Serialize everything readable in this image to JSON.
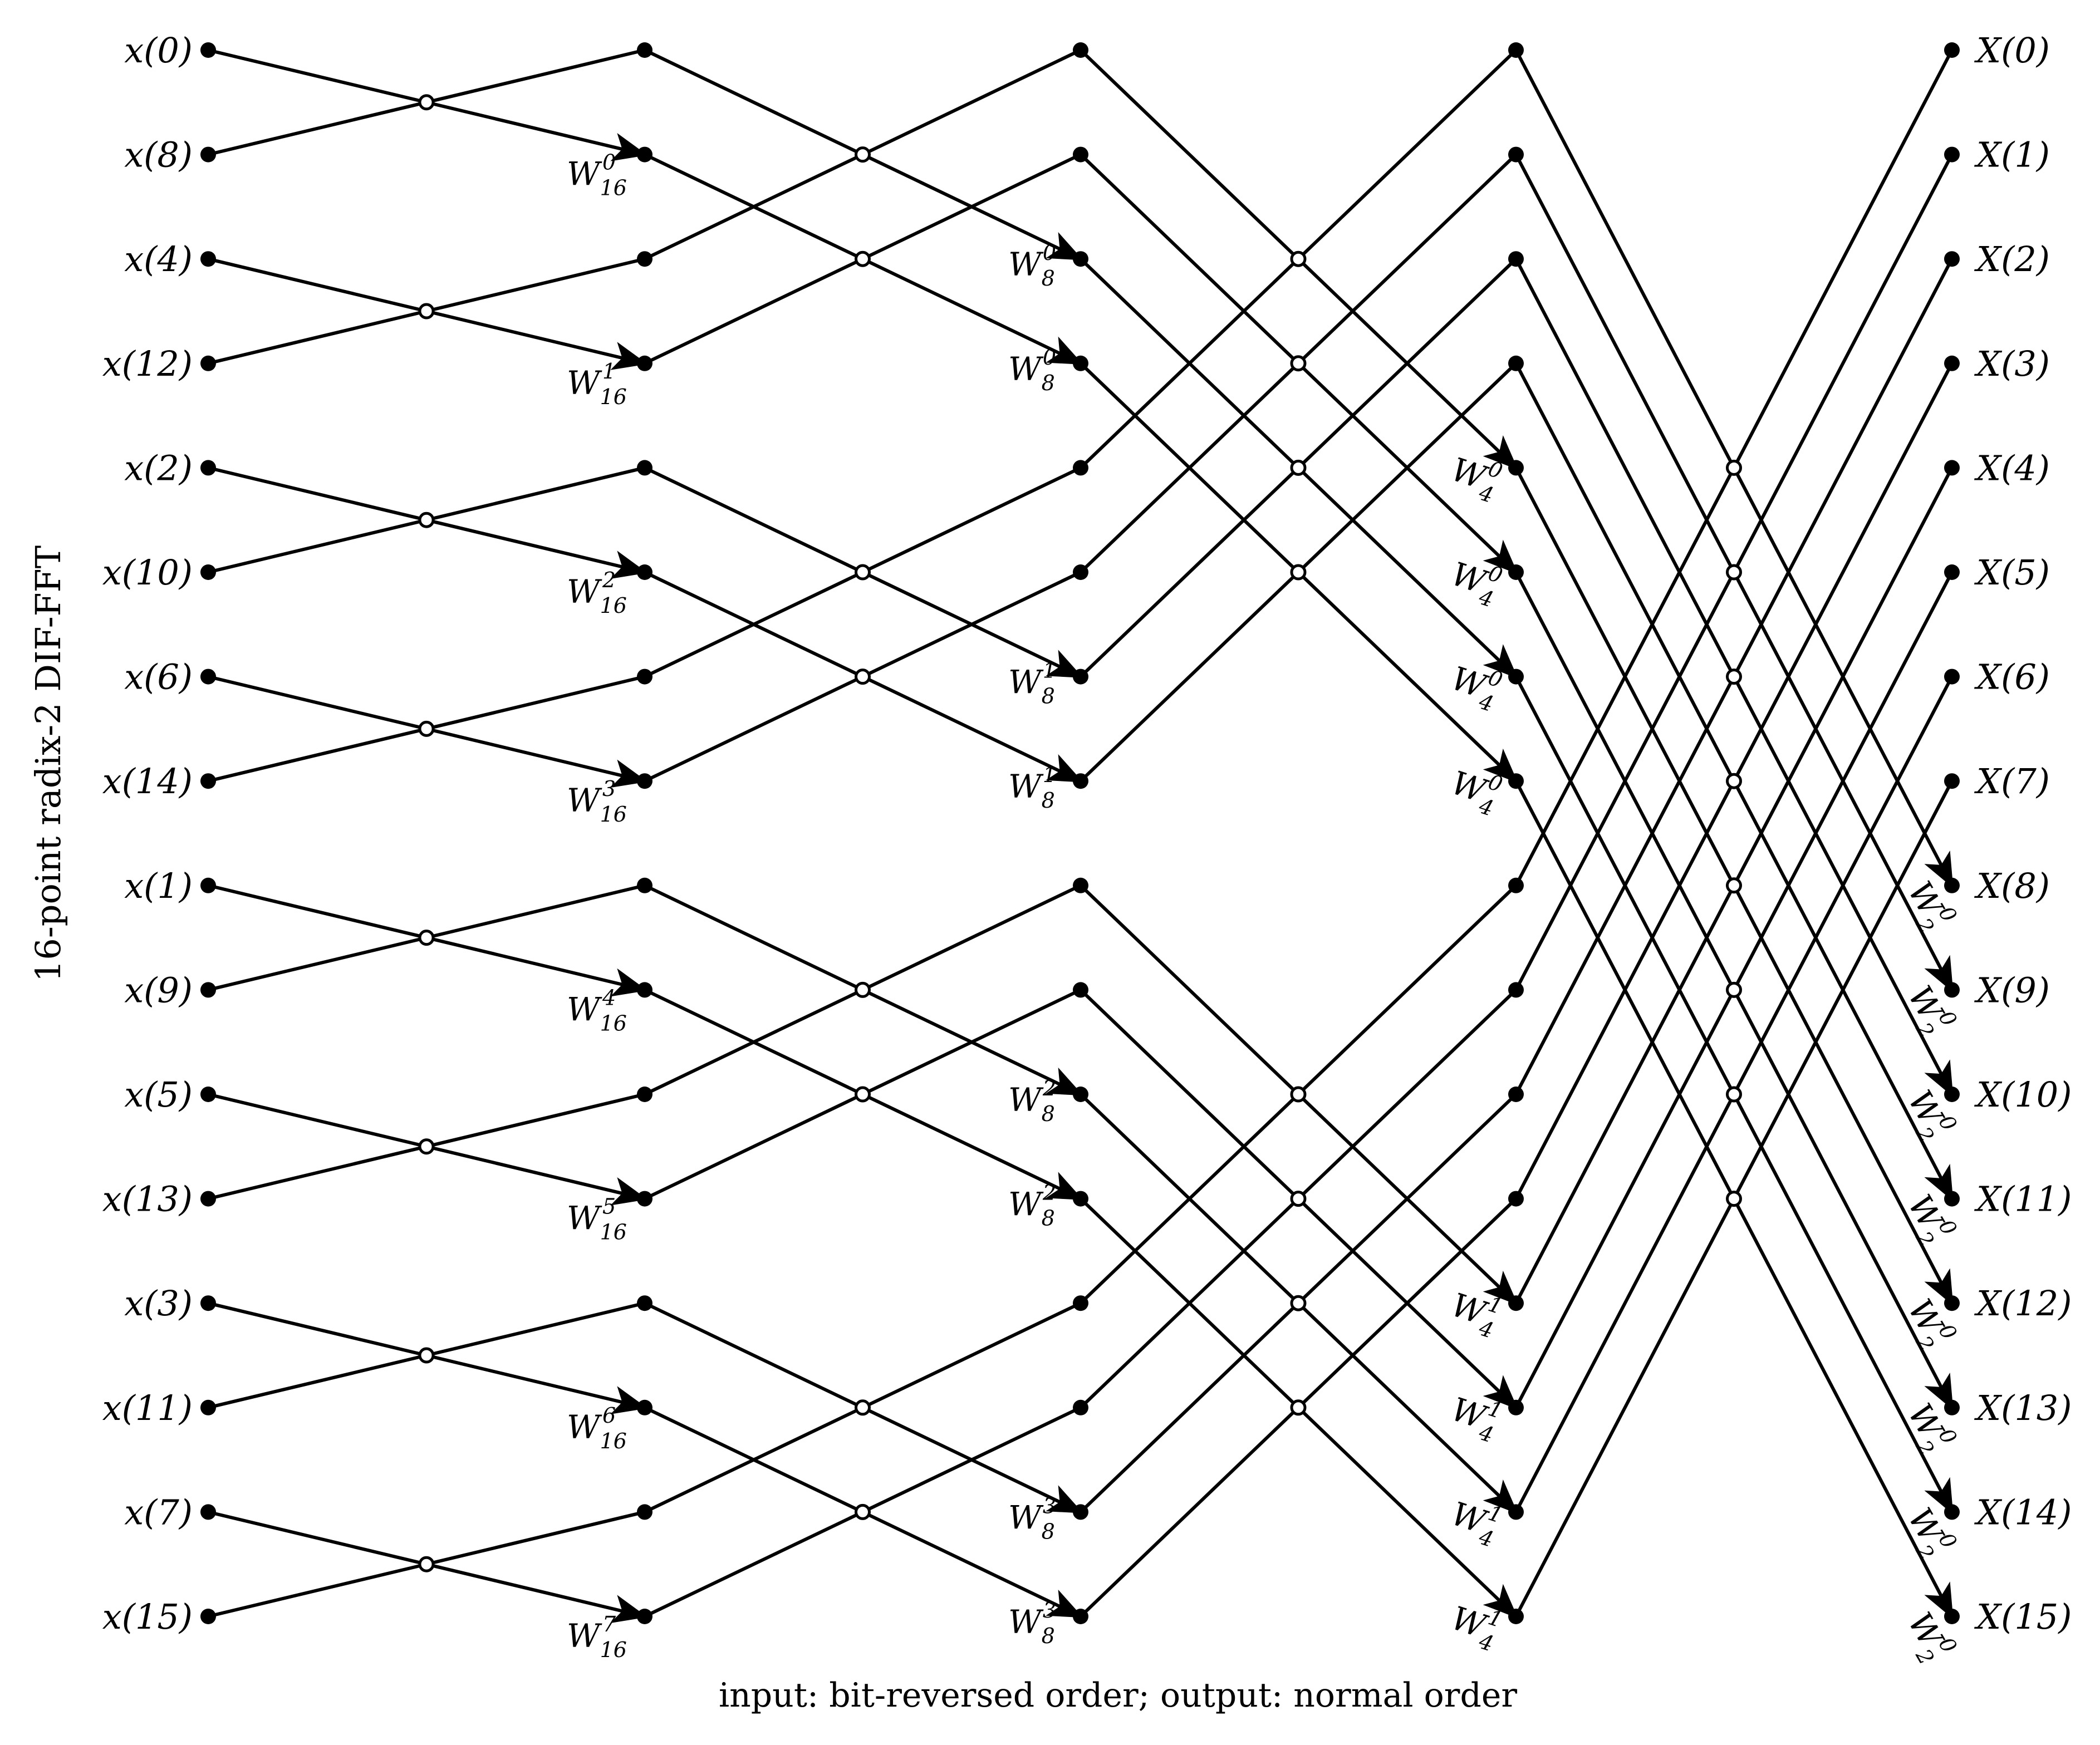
{
  "title": "16-point radix-2 DIF-FFT",
  "caption": "input: bit-reversed order; output: normal order",
  "inputs": [
    "x(0)",
    "x(8)",
    "x(4)",
    "x(12)",
    "x(2)",
    "x(10)",
    "x(6)",
    "x(14)",
    "x(1)",
    "x(9)",
    "x(5)",
    "x(13)",
    "x(3)",
    "x(11)",
    "x(7)",
    "x(15)"
  ],
  "outputs": [
    "X(0)",
    "X(1)",
    "X(2)",
    "X(3)",
    "X(4)",
    "X(5)",
    "X(6)",
    "X(7)",
    "X(8)",
    "X(9)",
    "X(10)",
    "X(11)",
    "X(12)",
    "X(13)",
    "X(14)",
    "X(15)"
  ],
  "stages": [
    {
      "span": 1,
      "twiddles": [
        {
          "row": 1,
          "base": "W",
          "N": "16",
          "k": "0"
        },
        {
          "row": 3,
          "base": "W",
          "N": "16",
          "k": "1"
        },
        {
          "row": 5,
          "base": "W",
          "N": "16",
          "k": "2"
        },
        {
          "row": 7,
          "base": "W",
          "N": "16",
          "k": "3"
        },
        {
          "row": 9,
          "base": "W",
          "N": "16",
          "k": "4"
        },
        {
          "row": 11,
          "base": "W",
          "N": "16",
          "k": "5"
        },
        {
          "row": 13,
          "base": "W",
          "N": "16",
          "k": "6"
        },
        {
          "row": 15,
          "base": "W",
          "N": "16",
          "k": "7"
        }
      ]
    },
    {
      "span": 2,
      "twiddles": [
        {
          "row": 2,
          "base": "W",
          "N": "8",
          "k": "0"
        },
        {
          "row": 3,
          "base": "W",
          "N": "8",
          "k": "0"
        },
        {
          "row": 6,
          "base": "W",
          "N": "8",
          "k": "1"
        },
        {
          "row": 7,
          "base": "W",
          "N": "8",
          "k": "1"
        },
        {
          "row": 10,
          "base": "W",
          "N": "8",
          "k": "2"
        },
        {
          "row": 11,
          "base": "W",
          "N": "8",
          "k": "2"
        },
        {
          "row": 14,
          "base": "W",
          "N": "8",
          "k": "3"
        },
        {
          "row": 15,
          "base": "W",
          "N": "8",
          "k": "3"
        }
      ]
    },
    {
      "span": 4,
      "twiddles": [
        {
          "row": 4,
          "base": "W",
          "N": "4",
          "k": "0"
        },
        {
          "row": 5,
          "base": "W",
          "N": "4",
          "k": "0"
        },
        {
          "row": 6,
          "base": "W",
          "N": "4",
          "k": "0"
        },
        {
          "row": 7,
          "base": "W",
          "N": "4",
          "k": "0"
        },
        {
          "row": 12,
          "base": "W",
          "N": "4",
          "k": "1"
        },
        {
          "row": 13,
          "base": "W",
          "N": "4",
          "k": "1"
        },
        {
          "row": 14,
          "base": "W",
          "N": "4",
          "k": "1"
        },
        {
          "row": 15,
          "base": "W",
          "N": "4",
          "k": "1"
        }
      ]
    },
    {
      "span": 8,
      "twiddles": [
        {
          "row": 8,
          "base": "W",
          "N": "2",
          "k": "0"
        },
        {
          "row": 9,
          "base": "W",
          "N": "2",
          "k": "0"
        },
        {
          "row": 10,
          "base": "W",
          "N": "2",
          "k": "0"
        },
        {
          "row": 11,
          "base": "W",
          "N": "2",
          "k": "0"
        },
        {
          "row": 12,
          "base": "W",
          "N": "2",
          "k": "0"
        },
        {
          "row": 13,
          "base": "W",
          "N": "2",
          "k": "0"
        },
        {
          "row": 14,
          "base": "W",
          "N": "2",
          "k": "0"
        },
        {
          "row": 15,
          "base": "W",
          "N": "2",
          "k": "0"
        }
      ]
    }
  ],
  "colors": {
    "line": "#000000",
    "node_fill": "#000000",
    "junction_fill": "#ffffff"
  }
}
